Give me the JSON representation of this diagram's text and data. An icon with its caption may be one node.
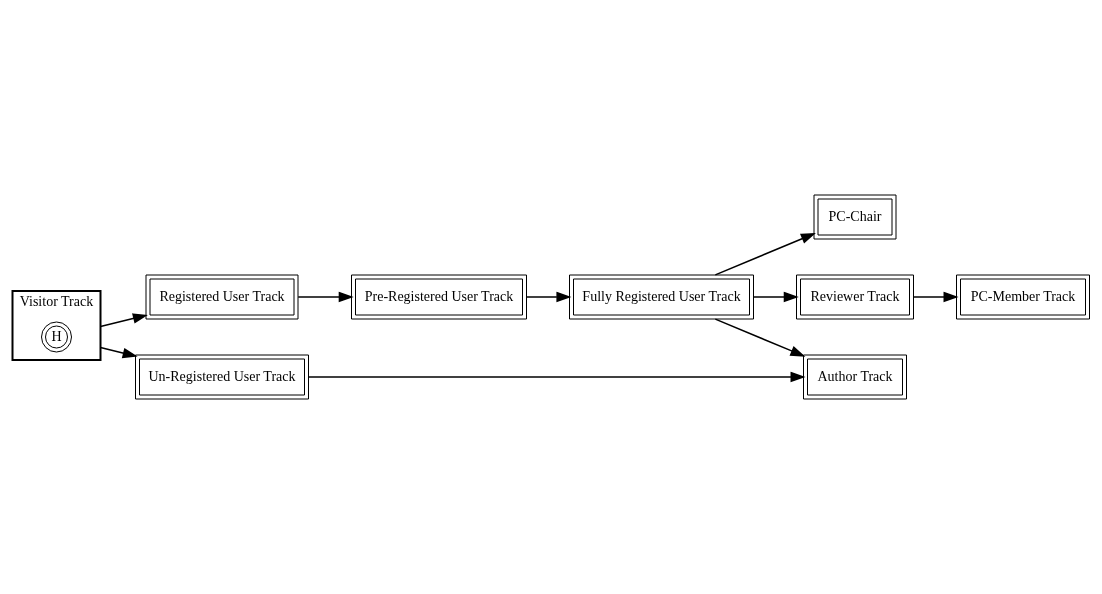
{
  "diagram": {
    "nodes": [
      {
        "text": [
          "Visitor Track"
        ]
      },
      {
        "text": [
          "H"
        ],
        "in": 0
      },
      {
        "text": [
          "Registered User Track"
        ]
      },
      {
        "text": [
          "Pre-Registered User Track"
        ]
      },
      {
        "text": [
          "Fully Registered User Track"
        ]
      },
      {
        "text": [
          "Un-Registered User Track"
        ]
      },
      {
        "text": [
          "PC-Chair"
        ]
      },
      {
        "text": [
          "Reviewer Track"
        ]
      },
      {
        "text": [
          "PC-Member Track"
        ]
      },
      {
        "text": [
          "Author Track"
        ]
      }
    ],
    "edges": [
      {
        "from": 0,
        "to": 2,
        "arrow": "to"
      },
      {
        "from": 2,
        "to": 3,
        "arrow": "to"
      },
      {
        "from": 3,
        "to": 4,
        "arrow": "to"
      },
      {
        "from": 0,
        "to": 5,
        "arrow": "to"
      },
      {
        "from": 4,
        "to": 6,
        "arrow": "to"
      },
      {
        "from": 4,
        "to": 7,
        "arrow": "to"
      },
      {
        "from": 7,
        "to": 8,
        "arrow": "to"
      },
      {
        "from": 4,
        "to": 9,
        "arrow": "to"
      },
      {
        "from": 5,
        "to": 9,
        "arrow": "to"
      }
    ]
  }
}
